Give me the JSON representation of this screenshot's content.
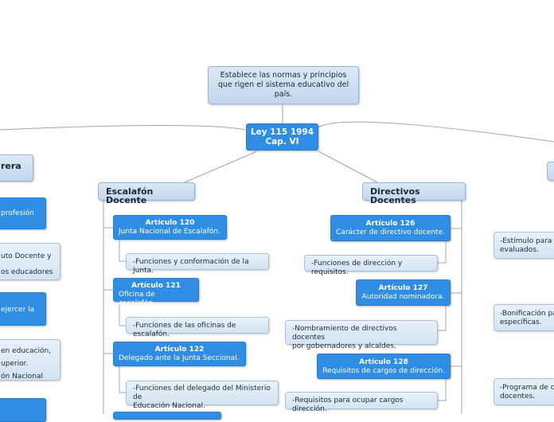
{
  "top_note": "Establece las normas y principios que rigen el sistema educativo del país.",
  "root": {
    "line1": "Ley 115 1994",
    "line2": "Cap. VI"
  },
  "left_branch": {
    "header": "rera",
    "items": [
      "profesión",
      "uto Docente y",
      "os educadores",
      "ejercer la",
      "en educación,",
      "uperior.",
      "ón Nacional"
    ]
  },
  "escalafon": {
    "header": "Escalafón Docente",
    "articles": [
      {
        "title": "Artículo 120",
        "subtitle": "Junta Nacional de Escalafón.",
        "detail": "-Funciones y conformación de la Junta."
      },
      {
        "title": "Artículo 121",
        "subtitle": "Oficina de escalafón.",
        "detail": "-Funciones de las oficinas de escalafón."
      },
      {
        "title": "Artículo 122",
        "subtitle": "Delegado ante la Junta Seccional.",
        "detail_line1": "-Funciones del delegado del Ministerio de",
        "detail_line2": "Educación Nacional."
      }
    ]
  },
  "directivos": {
    "header": "Directivos Docentes",
    "articles": [
      {
        "title": "Artículo 126",
        "subtitle": "Carácter de directivo docente.",
        "detail": "-Funciones de dirección y requisitos."
      },
      {
        "title": "Artículo 127",
        "subtitle": "Autoridad nominadora.",
        "detail_line1": "-Nombramiento de directivos docentes",
        "detail_line2": "por gobernadores y alcaldes."
      },
      {
        "title": "Artículo 128",
        "subtitle": "Requisitos de cargos de dirección.",
        "detail": "-Requisitos para ocupar cargos dirección."
      }
    ]
  },
  "right_branch": {
    "items": [
      {
        "line1": "-Estímulo para e",
        "line2": "evaluados."
      },
      {
        "line1": "-Bonificación pa",
        "line2": "específicas."
      },
      {
        "line1": "-Programa de cr",
        "line2": "docentes."
      }
    ]
  }
}
